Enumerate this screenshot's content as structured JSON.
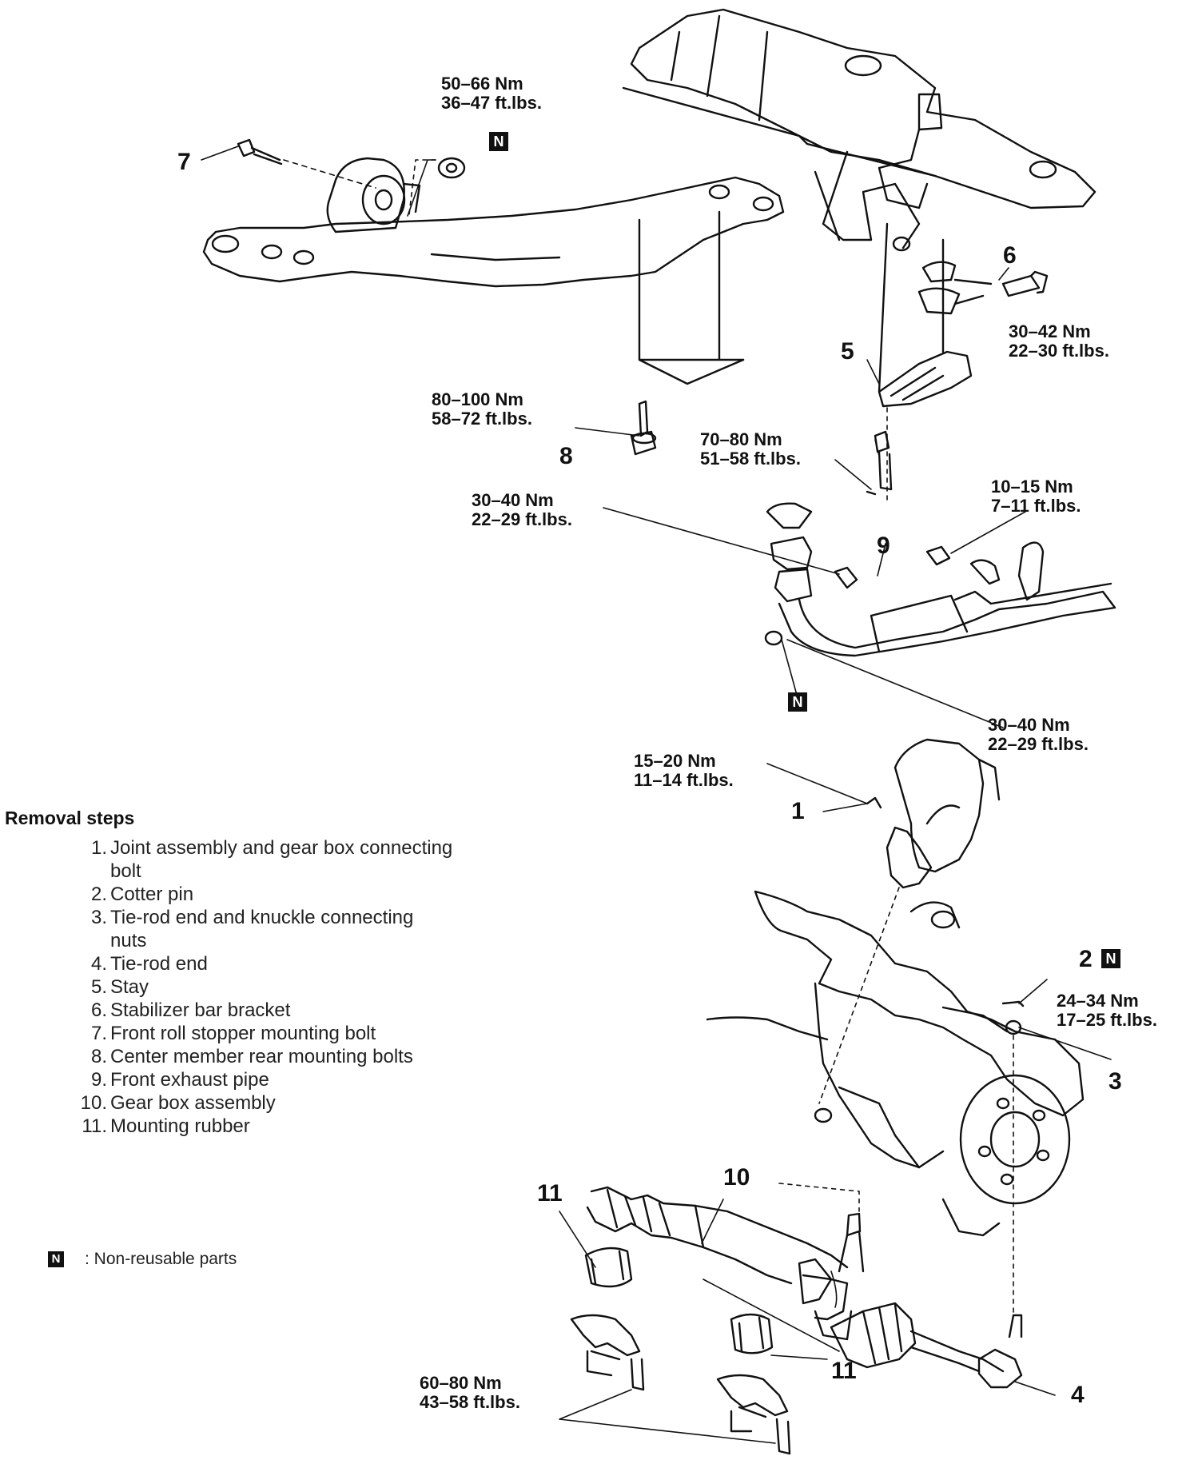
{
  "torques": {
    "t1": {
      "nm": "50–66 Nm",
      "ft": "36–47 ft.lbs."
    },
    "t2": {
      "nm": "30–42 Nm",
      "ft": "22–30 ft.lbs."
    },
    "t3": {
      "nm": "80–100 Nm",
      "ft": "58–72 ft.lbs."
    },
    "t4": {
      "nm": "70–80 Nm",
      "ft": "51–58 ft.lbs."
    },
    "t5": {
      "nm": "30–40 Nm",
      "ft": "22–29 ft.lbs."
    },
    "t6": {
      "nm": "10–15 Nm",
      "ft": "7–11 ft.lbs."
    },
    "t7": {
      "nm": "30–40 Nm",
      "ft": "22–29 ft.lbs."
    },
    "t8": {
      "nm": "15–20 Nm",
      "ft": "11–14 ft.lbs."
    },
    "t9": {
      "nm": "24–34 Nm",
      "ft": "17–25 ft.lbs."
    },
    "t10": {
      "nm": "60–80 Nm",
      "ft": "43–58 ft.lbs."
    }
  },
  "callouts": {
    "c1": "1",
    "c2": "2",
    "c3": "3",
    "c4": "4",
    "c5": "5",
    "c6": "6",
    "c7": "7",
    "c8": "8",
    "c9": "9",
    "c10": "10",
    "c11a": "11",
    "c11b": "11"
  },
  "n_mark": "N",
  "removal": {
    "title": "Removal steps",
    "steps": [
      {
        "n": "1.",
        "text": "Joint assembly and gear box connecting",
        "cont": "bolt"
      },
      {
        "n": "2.",
        "text": "Cotter pin"
      },
      {
        "n": "3.",
        "text": "Tie-rod end and knuckle connecting",
        "cont": "nuts"
      },
      {
        "n": "4.",
        "text": "Tie-rod end"
      },
      {
        "n": "5.",
        "text": "Stay"
      },
      {
        "n": "6.",
        "text": "Stabilizer bar bracket"
      },
      {
        "n": "7.",
        "text": "Front roll stopper mounting bolt"
      },
      {
        "n": "8.",
        "text": "Center member rear mounting bolts"
      },
      {
        "n": "9.",
        "text": "Front exhaust pipe"
      },
      {
        "n": "10.",
        "text": "Gear box assembly"
      },
      {
        "n": "11.",
        "text": "Mounting rubber"
      }
    ]
  },
  "legend": {
    "symbol": "N",
    "text": ": Non-reusable parts"
  }
}
